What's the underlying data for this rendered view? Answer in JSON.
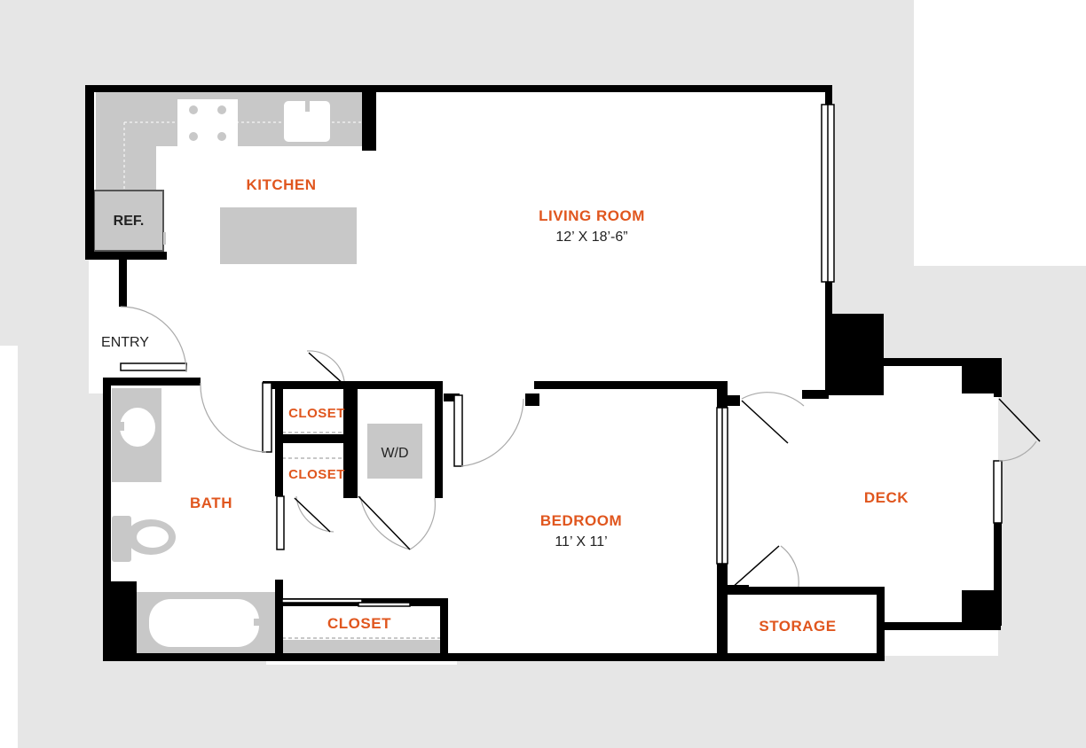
{
  "colors": {
    "background": "#e6e6e6",
    "floor": "#ffffff",
    "wall": "#000000",
    "fixture": "#c8c8c8",
    "room_label": "#e0561e",
    "plain_label": "#222222"
  },
  "rooms": {
    "kitchen": "KITCHEN",
    "living_room": "LIVING ROOM",
    "living_room_dim": "12’ X 18’-6”",
    "bedroom": "BEDROOM",
    "bedroom_dim": "11’ X 11’",
    "bath": "BATH",
    "deck": "DECK",
    "storage": "STORAGE",
    "closet_upper": "CLOSET",
    "closet_lower": "CLOSET",
    "closet_bedroom": "CLOSET",
    "entry": "ENTRY",
    "refrigerator": "REF.",
    "washer_dryer": "W/D"
  },
  "icons": [
    "stove-icon",
    "sink-icon",
    "refrigerator-icon",
    "kitchen-island-icon",
    "bathroom-sink-icon",
    "toilet-icon",
    "bathtub-icon",
    "washer-dryer-icon",
    "door-swing-icon",
    "window-icon"
  ]
}
